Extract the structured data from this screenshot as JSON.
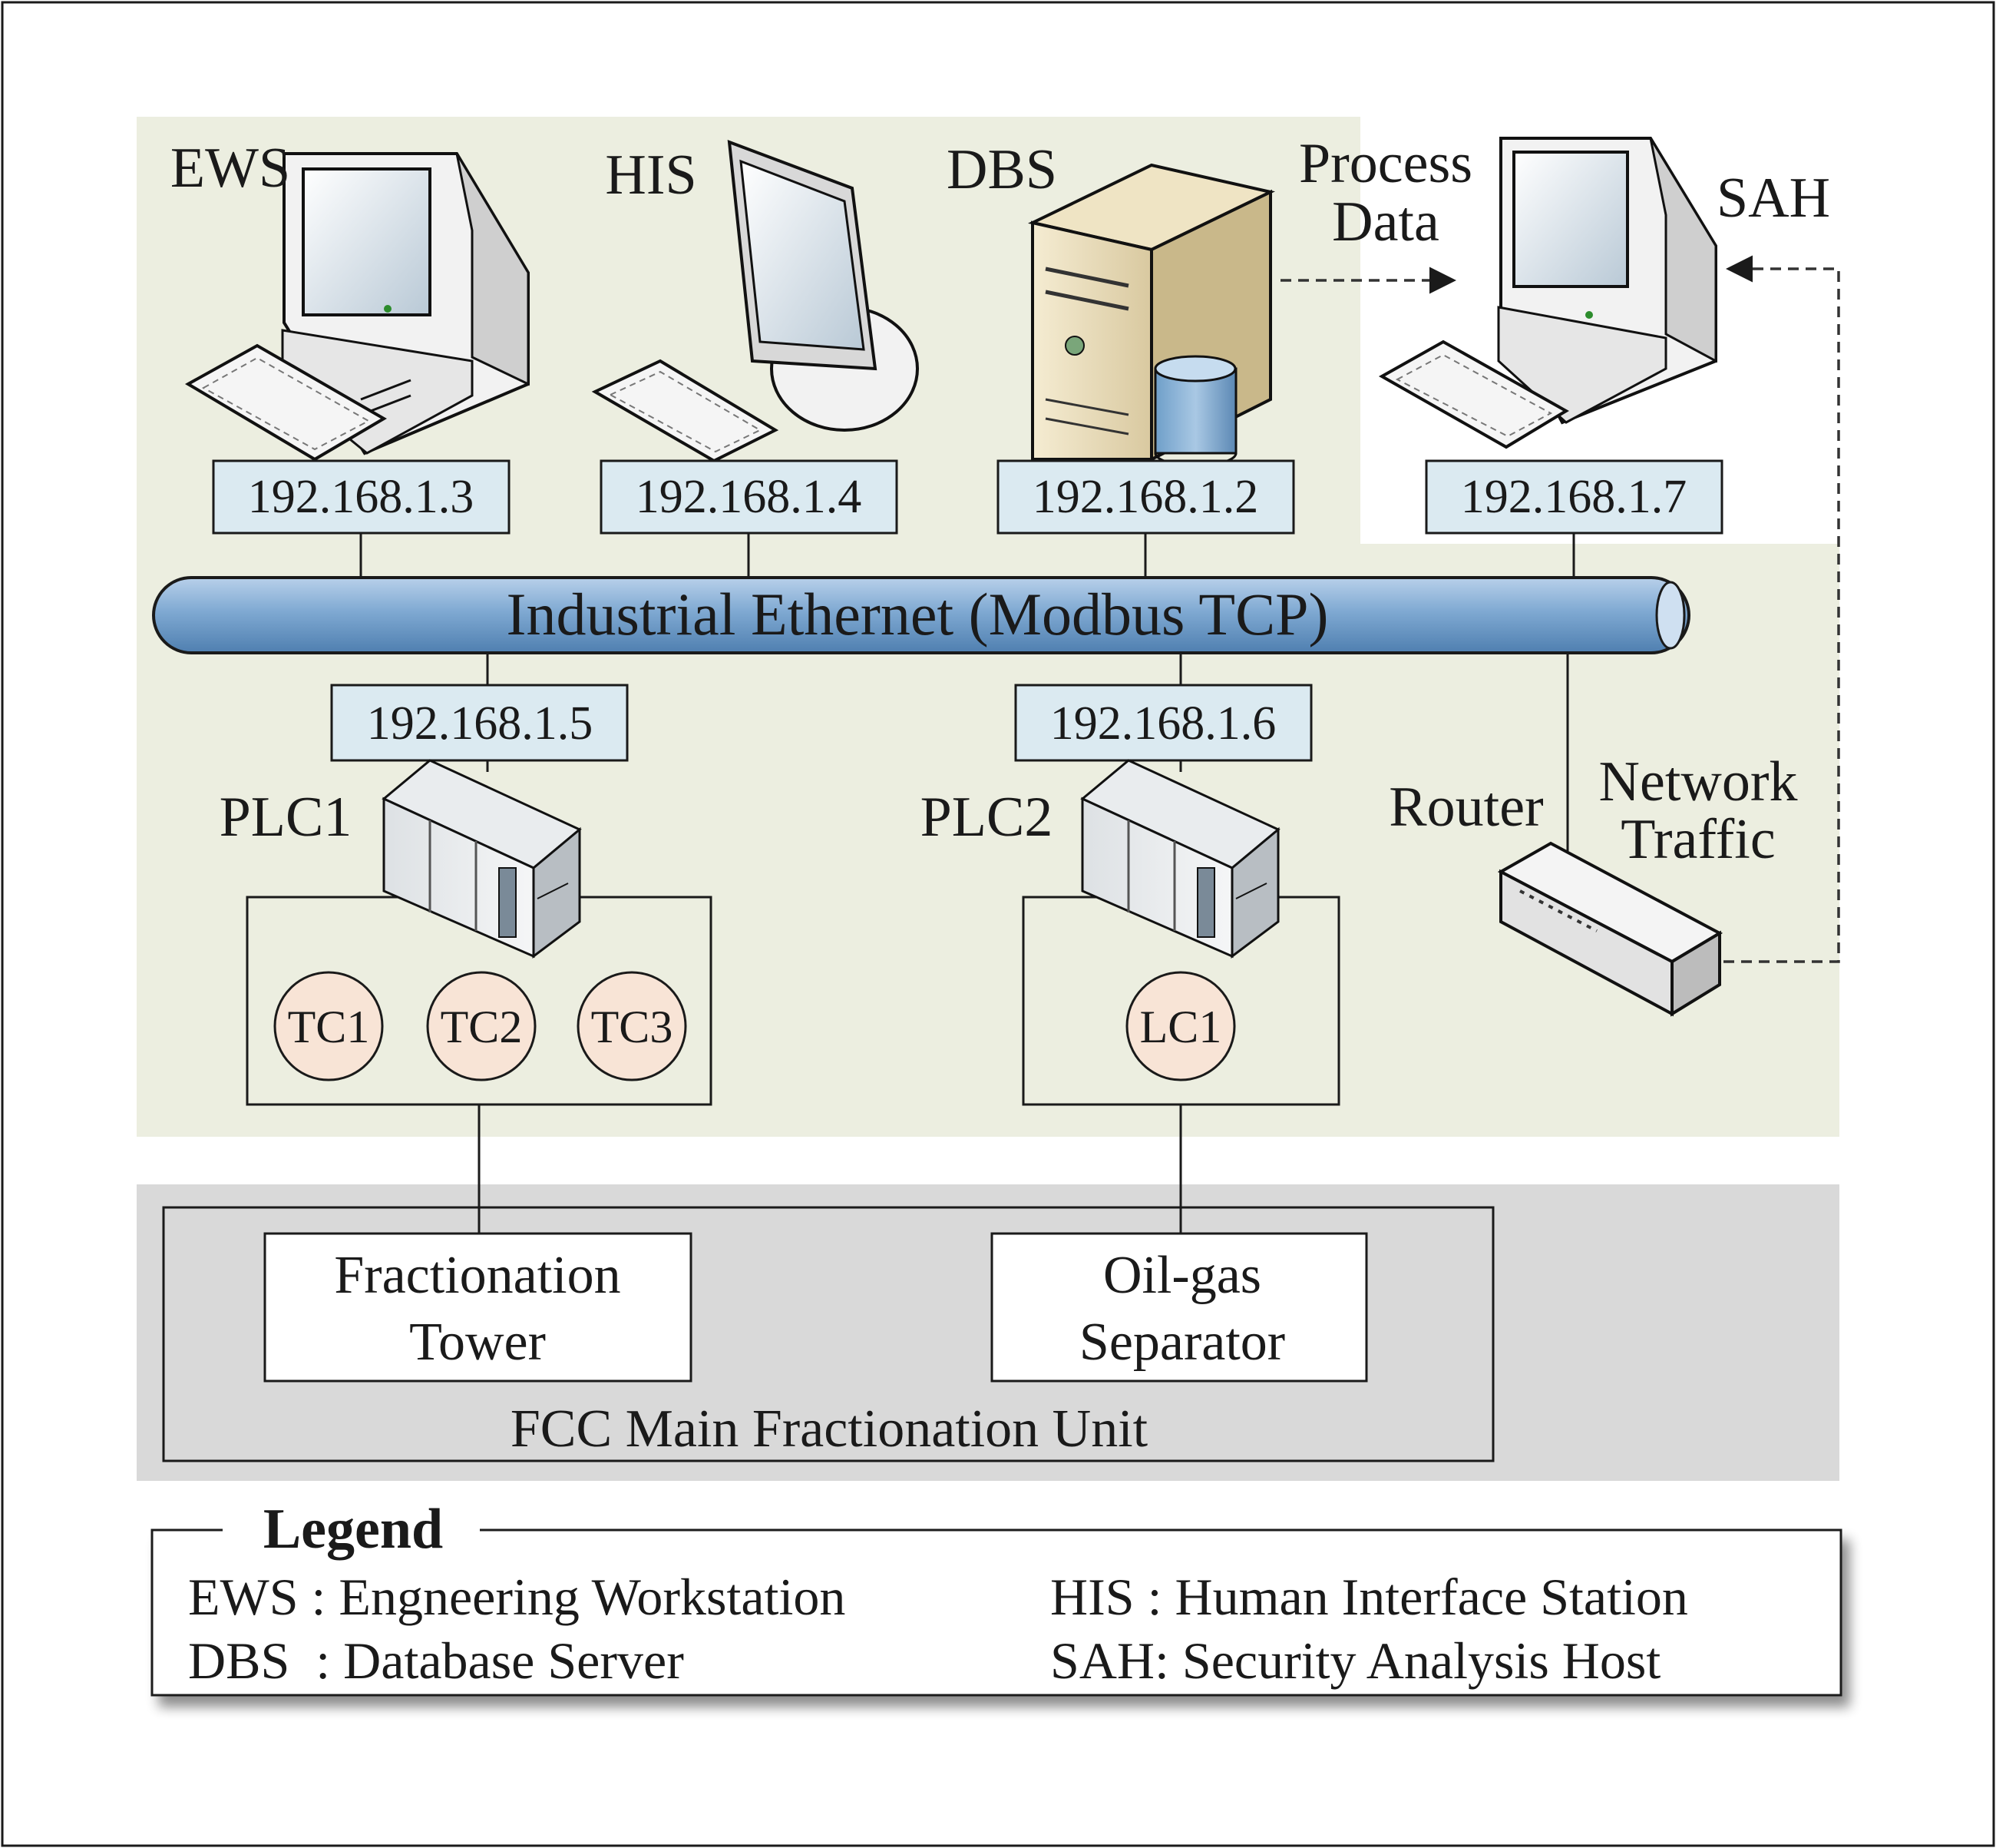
{
  "network": {
    "bus_label": "Industrial Ethernet (Modbus TCP)",
    "zone_color": "#eceee0",
    "ip_box_color": "#dbeaf1",
    "bus_color": "#7fa9d2"
  },
  "hosts": {
    "ews": {
      "label": "EWS",
      "ip": "192.168.1.3"
    },
    "his": {
      "label": "HIS",
      "ip": "192.168.1.4"
    },
    "dbs": {
      "label": "DBS",
      "ip": "192.168.1.2"
    },
    "sah": {
      "label": "SAH",
      "ip": "192.168.1.7"
    }
  },
  "flows": {
    "process_data": [
      "Process",
      "Data"
    ],
    "network_traffic": [
      "Network",
      "Traffic"
    ]
  },
  "router": {
    "label": "Router"
  },
  "plcs": {
    "plc1": {
      "label": "PLC1",
      "ip": "192.168.1.5",
      "controllers": [
        "TC1",
        "TC2",
        "TC3"
      ]
    },
    "plc2": {
      "label": "PLC2",
      "ip": "192.168.1.6",
      "controllers": [
        "LC1"
      ]
    }
  },
  "controller_color": "#f8e4d6",
  "plant": {
    "unit_label": "FCC Main Fractionation Unit",
    "fractionation_tower": [
      "Fractionation",
      "Tower"
    ],
    "oil_gas_separator": [
      "Oil-gas",
      "Separator"
    ],
    "zone_color": "#d9d9d9"
  },
  "legend": {
    "title": "Legend",
    "entries": {
      "ews": "EWS : Engneering Workstation",
      "his": "HIS : Human Interface Station",
      "dbs": "DBS  : Database Server",
      "sah": "SAH: Security Analysis Host"
    }
  }
}
